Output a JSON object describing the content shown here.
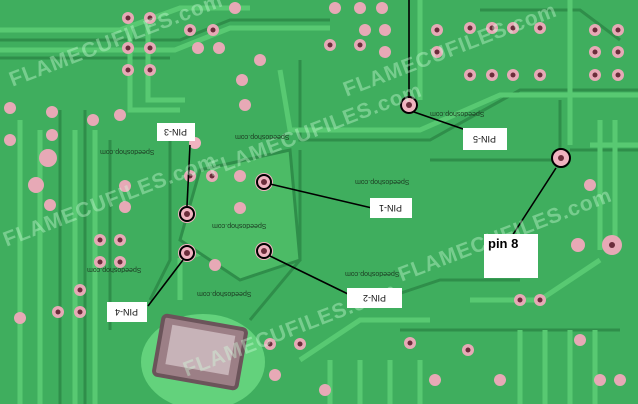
{
  "labels": {
    "pin1": "PIN-1",
    "pin2": "PIN-2",
    "pin3": "PIN-3",
    "pin4": "PIN-4",
    "pin5": "PIN-5",
    "pin8": "pin 8"
  },
  "watermarks": [
    "FLAMECUFILES.com",
    "FLAMECUFILES.com",
    "FLAMECUFILES.com",
    "FLAMECUFILES.com",
    "FLAMECUFILES.com",
    "FLAMECUFILES.com"
  ],
  "silkscreen": [
    "Speedoshop.com",
    "Speedoshop.com",
    "Speedoshop.com",
    "Speedoshop.com",
    "Speedoshop.com",
    "Speedoshop.com",
    "Speedoshop.com"
  ],
  "colors": {
    "board_green": "#3fae5e",
    "trace_green": "#55c66e",
    "pad_pink": "#e7a9b6",
    "hole_dark": "#6b2d3b",
    "annotation_black": "#000000"
  }
}
